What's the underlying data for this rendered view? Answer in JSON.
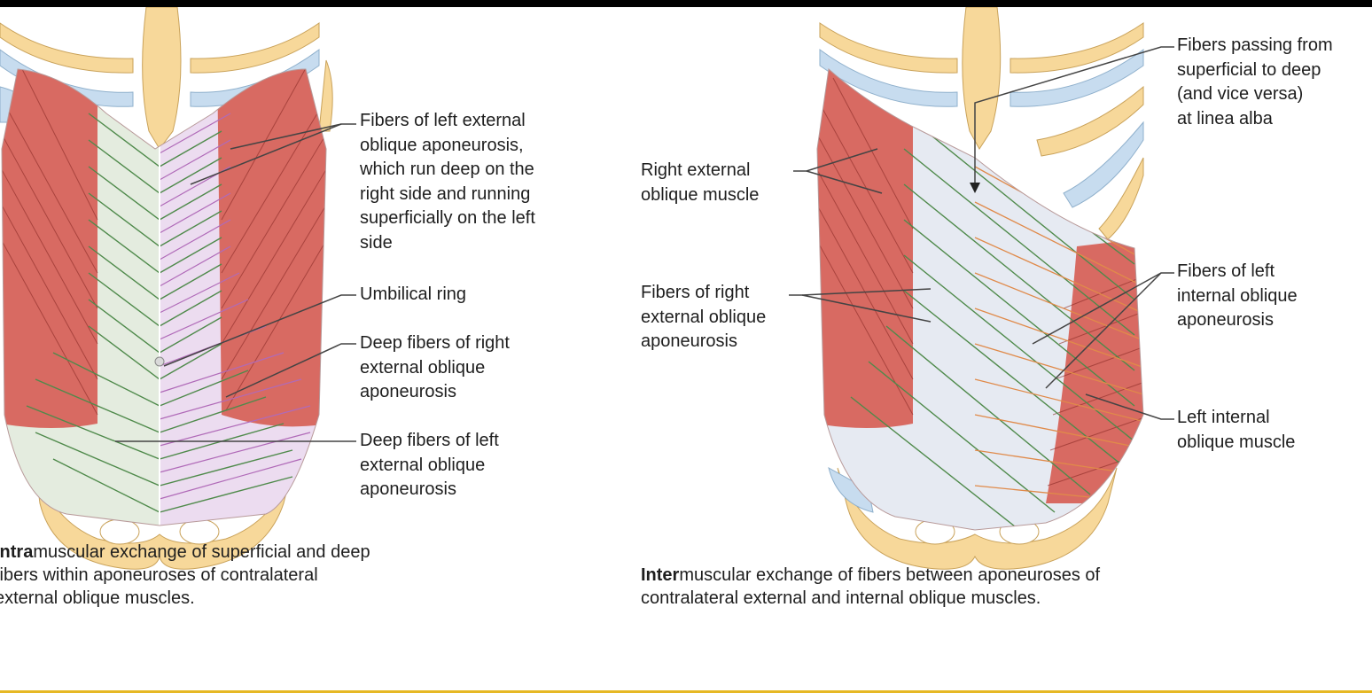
{
  "left_panel": {
    "labels": {
      "fibers_left_ext": "Fibers of left external\noblique aponeurosis,\nwhich run deep on the\nright side and running\nsuperficially on the left\nside",
      "umbilical": "Umbilical ring",
      "deep_right": "Deep fibers of right\nexternal oblique\naponeurosis",
      "deep_left": "Deep fibers of left\nexternal oblique\naponeurosis"
    },
    "caption_bold": "Intra",
    "caption_rest": "muscular exchange of superficial and deep\nfibers within aponeuroses of contralateral\nexternal oblique muscles."
  },
  "right_panel": {
    "labels": {
      "fibers_passing": "Fibers passing from\nsuperficial to deep\n(and vice versa)\nat linea alba",
      "right_ext_muscle": "Right external\noblique muscle",
      "fibers_right_ext": "Fibers of right\nexternal oblique\naponeurosis",
      "fibers_left_int": "Fibers of left\ninternal oblique\naponeurosis",
      "left_int_muscle": "Left internal\noblique muscle"
    },
    "caption_bold": "Inter",
    "caption_rest": "muscular exchange of fibers between aponeuroses of\ncontralateral external and internal oblique muscles."
  },
  "colors": {
    "muscle": "#d86a62",
    "bone": "#f7d89a",
    "cartilage": "#c7dcef",
    "green_fiber": "#4f8a4b",
    "orange_fiber": "#e08a4a",
    "lilac": "#e8d4ee",
    "pale": "#e6eaf2"
  }
}
